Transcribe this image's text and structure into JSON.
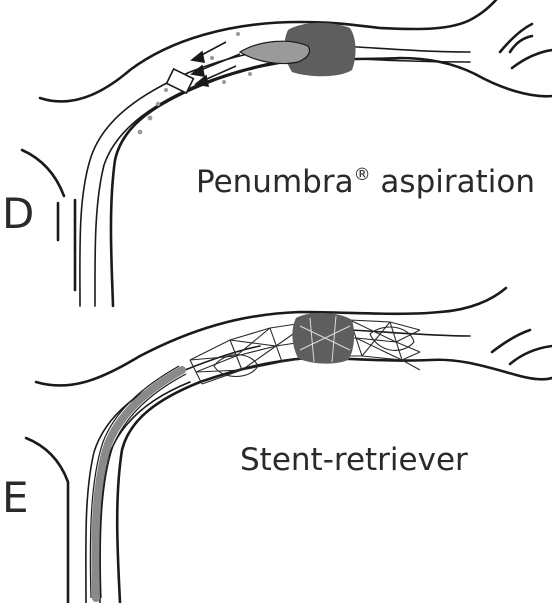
{
  "panels": [
    {
      "label": "D",
      "caption": "Penumbra",
      "caption_sup": "®",
      "caption_rest": " aspiration"
    },
    {
      "label": "E",
      "caption": "Stent-retriever"
    }
  ],
  "colors": {
    "line": "#1a1a1a",
    "clot": "#5e5e5e",
    "clot_light": "#9a9a9a",
    "catheter_gray": "#8a8a8a",
    "background": "#ffffff"
  }
}
